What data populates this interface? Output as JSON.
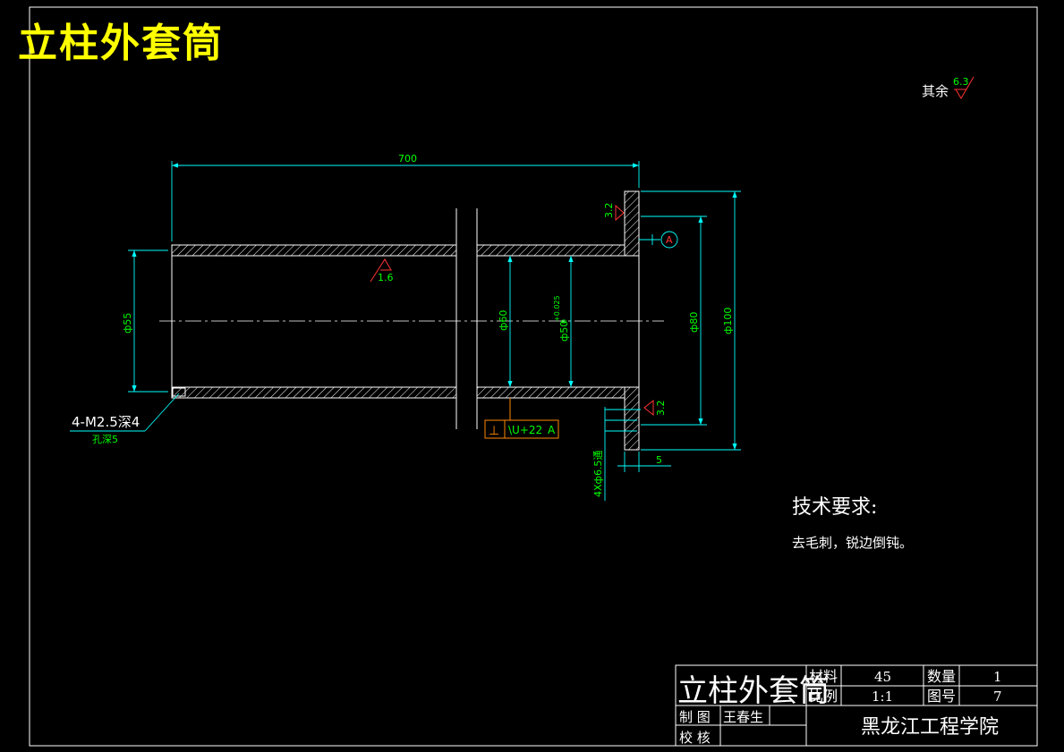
{
  "drawing": {
    "heading": "立柱外套筒",
    "roughness_general": {
      "label": "其余",
      "value": "6.3"
    },
    "dimensions": {
      "length": "700",
      "d55": "ф55",
      "d60": "ф60",
      "d50": "ф50",
      "d50_tol_upper": "+0.025",
      "d50_tol_lower": "0",
      "d80": "ф80",
      "d100": "ф100",
      "flange_thickness": "5",
      "flange_holes": "4Xф6.5通",
      "thread": "4-M2.5深4",
      "thread_hole": "孔深5"
    },
    "roughness_marks": [
      "1.6",
      "3.2",
      "3.2"
    ],
    "datum": "A",
    "tolerance_frame": {
      "symbol": "⊥",
      "value": "\\U+22",
      "datum": "A"
    },
    "tech_requirements": {
      "heading": "技术要求:",
      "text": "去毛刺，锐边倒钝。"
    }
  },
  "title_block": {
    "part_name": "立柱外套筒",
    "material_label": "材料",
    "material_value": "45",
    "quantity_label": "数量",
    "quantity_value": "1",
    "scale_label": "比例",
    "scale_value": "1:1",
    "drawing_no_label": "图号",
    "drawing_no_value": "7",
    "drawn_label": "制 图",
    "drawn_name": "王春生",
    "checked_label": "校 核",
    "institution": "黑龙江工程学院"
  },
  "colors": {
    "background": "#000000",
    "outline": "#ffffff",
    "dimension": "#00ffff",
    "text": "#00ff00",
    "annotation": "#ff0000",
    "heading": "#ffff00"
  }
}
